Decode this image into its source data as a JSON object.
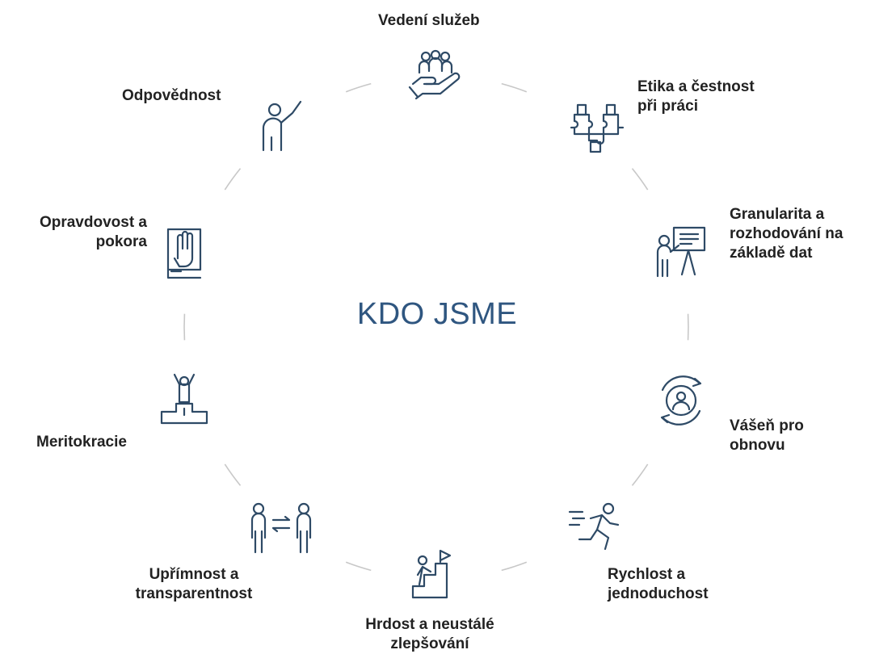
{
  "center_title": "KDO JSME",
  "values": [
    {
      "id": "vedeni-sluzeb",
      "lines": [
        "Vedení služeb"
      ],
      "icon": "servant-leadership-hand-icon"
    },
    {
      "id": "etika",
      "lines": [
        "Etika a čestnost",
        "při práci"
      ],
      "icon": "puzzle-hands-icon"
    },
    {
      "id": "granularita",
      "lines": [
        "Granularita a",
        "rozhodování na",
        "základě dat"
      ],
      "icon": "presentation-board-icon"
    },
    {
      "id": "vasen",
      "lines": [
        "Vášeň pro",
        "obnovu"
      ],
      "icon": "renewal-cycle-icon"
    },
    {
      "id": "rychlost",
      "lines": [
        "Rychlost a",
        "jednoduchost"
      ],
      "icon": "running-person-icon"
    },
    {
      "id": "hrdost",
      "lines": [
        "Hrdost a neustálé",
        "zlepšování"
      ],
      "icon": "climbing-stairs-flag-icon"
    },
    {
      "id": "uprimnost",
      "lines": [
        "Upřímnost a",
        "transparentnost"
      ],
      "icon": "people-exchange-icon"
    },
    {
      "id": "meritokracie",
      "lines": [
        "Meritokracie"
      ],
      "icon": "winner-podium-icon"
    },
    {
      "id": "opravdovost",
      "lines": [
        "Opravdovost a",
        "pokora"
      ],
      "icon": "oath-hand-on-book-icon"
    },
    {
      "id": "odpovednost",
      "lines": [
        "Odpovědnost"
      ],
      "icon": "raised-hand-person-icon"
    }
  ],
  "colors": {
    "ring": "#c8c8c8",
    "icon": "#2e4a66",
    "title": "#2f5680",
    "label": "#222222"
  }
}
